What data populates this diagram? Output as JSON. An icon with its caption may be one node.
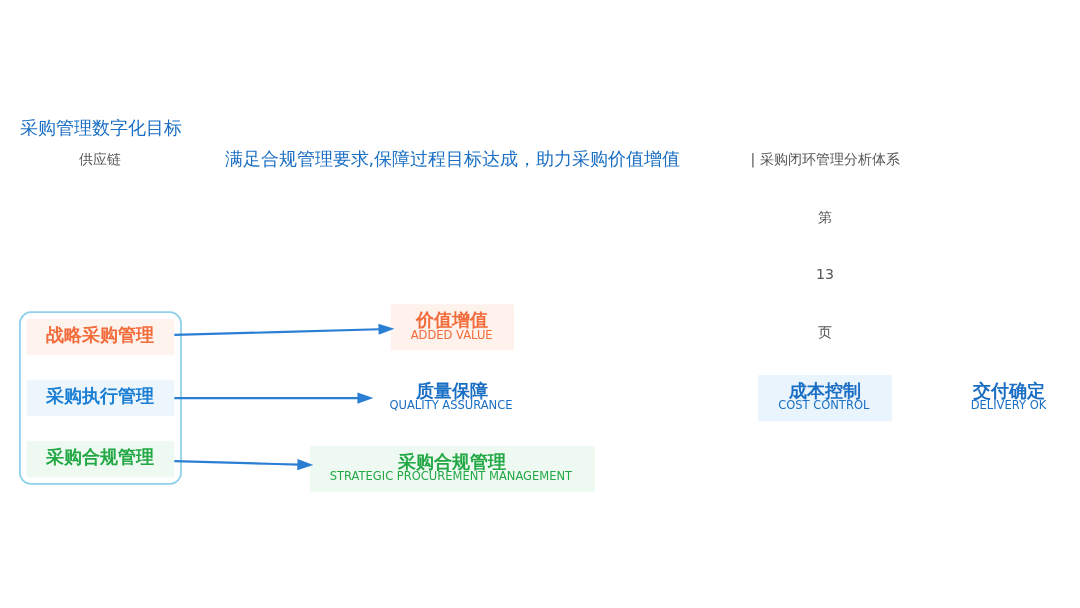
{
  "diagram": {
    "title": "采购管理数字化目标",
    "nodes": [
      {
        "text": [],
        "shape": "box"
      },
      {
        "text": [
          "战略采购管理"
        ],
        "in": 0
      },
      {
        "text": [
          "采购执行管理"
        ],
        "in": 0
      },
      {
        "text": [
          "采购合规管理"
        ],
        "in": 0
      },
      {
        "text": [
          "价值增值",
          "ADDED VALUE"
        ]
      },
      {
        "text": [
          "质量保障",
          "QUALITY ASSURANCE"
        ]
      },
      {
        "text": [
          "成本控制",
          "COST CONTROL"
        ]
      },
      {
        "text": [
          "交付确定",
          "DELIVERY OK"
        ]
      },
      {
        "text": [
          "采购合规管理",
          "STRATEGIC PROCUREMENT MANAGEMENT"
        ]
      }
    ],
    "edges": [
      {
        "from": 1,
        "to": 4,
        "arrow": "to"
      },
      {
        "from": 2,
        "to": 5,
        "arrow": "to"
      },
      {
        "from": 3,
        "to": 8,
        "arrow": "to"
      }
    ],
    "labels": [
      "供应链",
      "满足合规管理要求,保障过程目标达成，助力采购价值增值",
      "| 采购闭环管理分析体系",
      "第",
      "13",
      "页"
    ]
  }
}
